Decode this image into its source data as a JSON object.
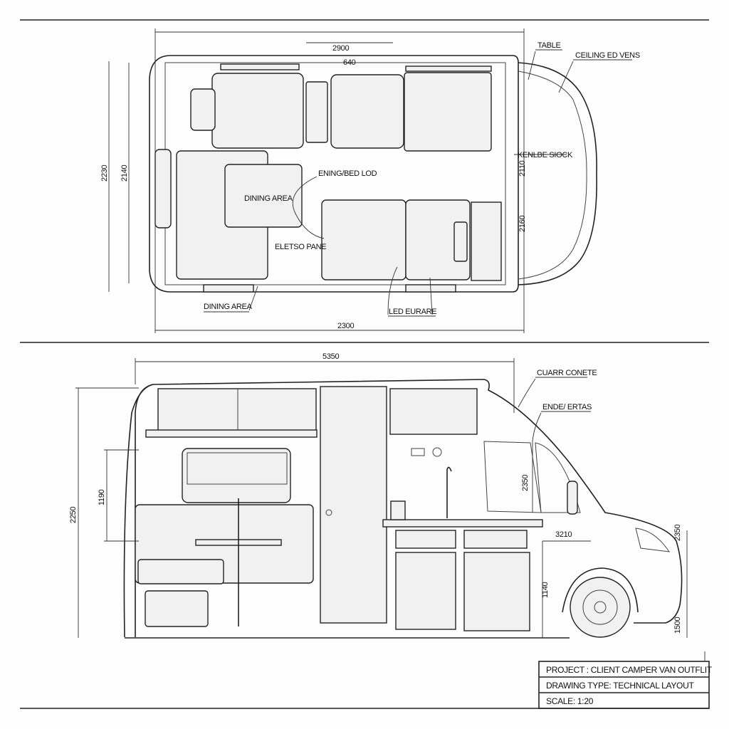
{
  "plan_view": {
    "dimensions": {
      "overall_top": "2900",
      "seat_width": "640",
      "overall_bottom": "2300",
      "left_outer": "2230",
      "left_inner": "2140",
      "right_upper": "2110",
      "right_lower": "2160"
    },
    "labels": {
      "table": "TABLE",
      "ceiling_vents": "CEILING ED VENS",
      "kitchen_stock": "KENLBE SIOCK",
      "dining_bed": "ENING/BED LOD",
      "dining_area_table": "DINING AREA",
      "electro_panel": "ELETSO PANE",
      "dining_area_bottom": "DINING AREA",
      "led_feature": "LED EURARE"
    }
  },
  "side_view": {
    "dimensions": {
      "overall_length": "5350",
      "overall_height": "2250",
      "window_height": "1190",
      "cab_window": "2350",
      "bonnet": "3210",
      "front_height": "2350",
      "wheel_arch": "1140",
      "ground": "1500"
    },
    "labels": {
      "roof": "CUARR CONETE",
      "window": "ENDE/ ERTAS"
    }
  },
  "title_block": {
    "project": "PROJECT :  CLIENT CAMPER VAN OUTFLIT",
    "drawing_type": "DRAWING TYPE: TECHNICAL LAYOUT",
    "scale": "SCALE:  1:20"
  }
}
